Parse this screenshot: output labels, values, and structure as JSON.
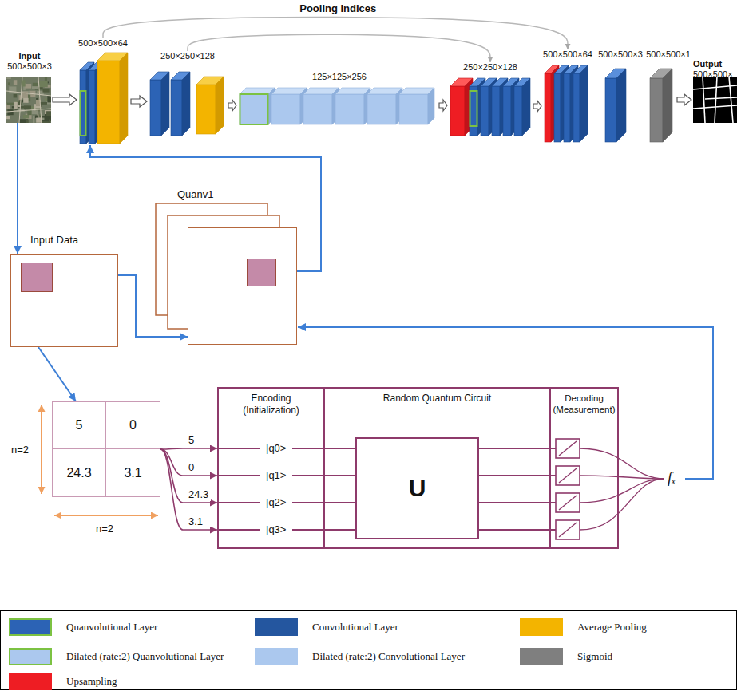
{
  "diagram": {
    "nodes": [
      {
        "text": [
          "Input",
          "500×500×3"
        ]
      },
      {
        "text": [
          "500×500×64"
        ]
      },
      {
        "text": [
          "250×250×128"
        ]
      },
      {
        "text": [
          "125×125×256"
        ]
      },
      {
        "text": [
          "250×250×128"
        ]
      },
      {
        "text": [
          "500×500×64"
        ]
      },
      {
        "text": [
          "500×500×3"
        ]
      },
      {
        "text": [
          "500×500×1"
        ]
      },
      {
        "text": [
          "Output",
          "500×500×"
        ]
      },
      {
        "text": [
          "Input Data"
        ]
      },
      {
        "text": [
          "Quanv1"
        ]
      },
      {
        "text": [
          "5",
          "0",
          "24.3",
          "3.1"
        ]
      },
      {
        "text": [
          "Encoding (Initialization)"
        ]
      },
      {
        "text": [
          "Random Quantum Circuit"
        ]
      },
      {
        "text": [
          "U"
        ],
        "in": 13
      },
      {
        "text": [
          "Decoding (Measurement)"
        ]
      }
    ],
    "edges": [
      {
        "from": 0,
        "to": 1,
        "arrow": "to"
      },
      {
        "from": 1,
        "to": 2,
        "arrow": "to"
      },
      {
        "from": 2,
        "to": 3,
        "arrow": "to"
      },
      {
        "from": 3,
        "to": 4,
        "arrow": "to"
      },
      {
        "from": 4,
        "to": 5,
        "arrow": "to"
      },
      {
        "from": 7,
        "to": 8,
        "arrow": "to"
      },
      {
        "from": 1,
        "to": 5,
        "label": "Pooling Indices",
        "arrow": "to"
      },
      {
        "from": 2,
        "to": 4,
        "arrow": "to"
      },
      {
        "from": 0,
        "to": 9,
        "arrow": "to"
      },
      {
        "from": 9,
        "to": 11,
        "arrow": "to"
      },
      {
        "from": 9,
        "to": 10,
        "arrow": "to"
      },
      {
        "from": 10,
        "to": 1,
        "arrow": "to"
      },
      {
        "from": 11,
        "to": 12,
        "label": "5",
        "arrow": "to"
      },
      {
        "from": 11,
        "to": 12,
        "label": "0",
        "arrow": "to"
      },
      {
        "from": 11,
        "to": 12,
        "label": "24.3",
        "arrow": "to"
      },
      {
        "from": 11,
        "to": 12,
        "label": "3.1",
        "arrow": "to"
      },
      {
        "from": 12,
        "to": 14,
        "arrow": "none"
      },
      {
        "from": 12,
        "to": 14,
        "arrow": "none"
      },
      {
        "from": 12,
        "to": 14,
        "arrow": "none"
      },
      {
        "from": 12,
        "to": 14,
        "arrow": "none"
      },
      {
        "from": 14,
        "to": 15,
        "arrow": "none"
      },
      {
        "from": 14,
        "to": 15,
        "arrow": "none"
      },
      {
        "from": 14,
        "to": 15,
        "arrow": "none"
      },
      {
        "from": 14,
        "to": 15,
        "arrow": "none"
      }
    ],
    "labels": [
      "n=2",
      "n=2",
      "|q0>",
      "|q1>",
      "|q2>",
      "|q3>",
      "fₓ"
    ],
    "legend": [
      {
        "text": "Quanvolutional Layer",
        "color": "#2c63b5"
      },
      {
        "text": "Convolutional Layer",
        "color": "#24569f"
      },
      {
        "text": "Average Pooling",
        "color": "#f3b400"
      },
      {
        "text": "Dilated (rate:2) Quanvolutional Layer",
        "color": "#abc8ee"
      },
      {
        "text": "Dilated (rate:2) Convolutional Layer",
        "color": "#abc8ee"
      },
      {
        "text": "Sigmoid",
        "color": "#7f7f7f"
      },
      {
        "text": "Upsampling",
        "color": "#ee1d23"
      }
    ]
  }
}
